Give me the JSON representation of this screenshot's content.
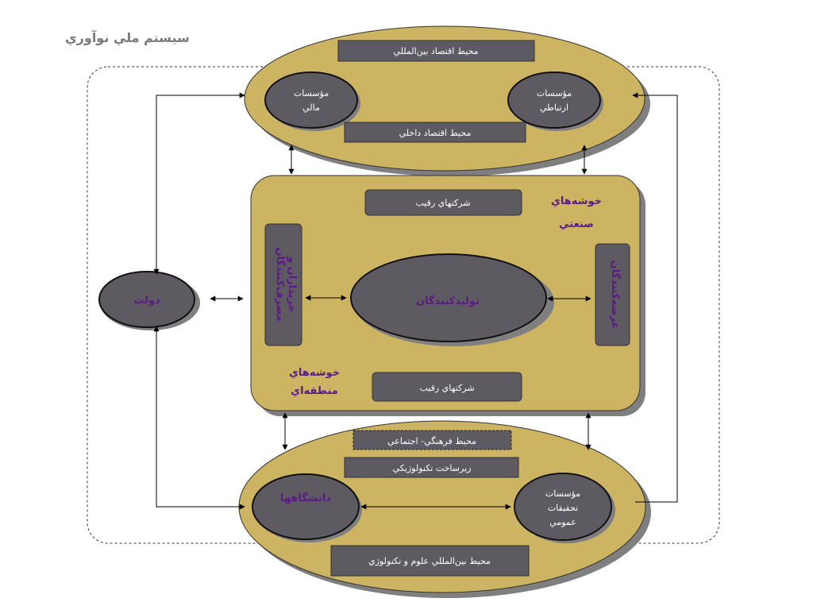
{
  "title": "سيستم ملي نوآوري",
  "top_ellipse": {
    "env_international": "محيط اقتصاد بين‌المللي",
    "env_domestic": "محيط اقتصاد داخلي",
    "financial": [
      "مؤسسات",
      "مالي"
    ],
    "communication": [
      "مؤسسات",
      "ارتباطي"
    ]
  },
  "center_box": {
    "industrial_clusters": [
      "خوشه‌هاي",
      "صنعتي"
    ],
    "regional_clusters": [
      "خوشه‌هاي",
      "منطقه‌اي"
    ],
    "competitors_top": "شركتهاي رقيب",
    "competitors_bottom": "شركتهاي رقيب",
    "producers": "توليدكنندگان",
    "buyers": [
      "خريداران و",
      "مصرف‌كنندگان"
    ],
    "suppliers": "عرضه‌كنندگان"
  },
  "government": "دولت",
  "bottom_ellipse": {
    "env_cultural": "محيط فرهنگي- اجتماعي",
    "tech_infrastructure": "زيرساخت تكنولوژيكي",
    "universities": "دانشگاهها",
    "public_research": [
      "مؤسسات",
      "تحقيقات",
      "عمومي"
    ],
    "env_intl_science": "محيط بين‌المللي علوم و تكنولوژي"
  },
  "colors": {
    "gold": "#cdb463",
    "gray_box": "#5e5a62",
    "purple_text": "#5b1a86"
  }
}
